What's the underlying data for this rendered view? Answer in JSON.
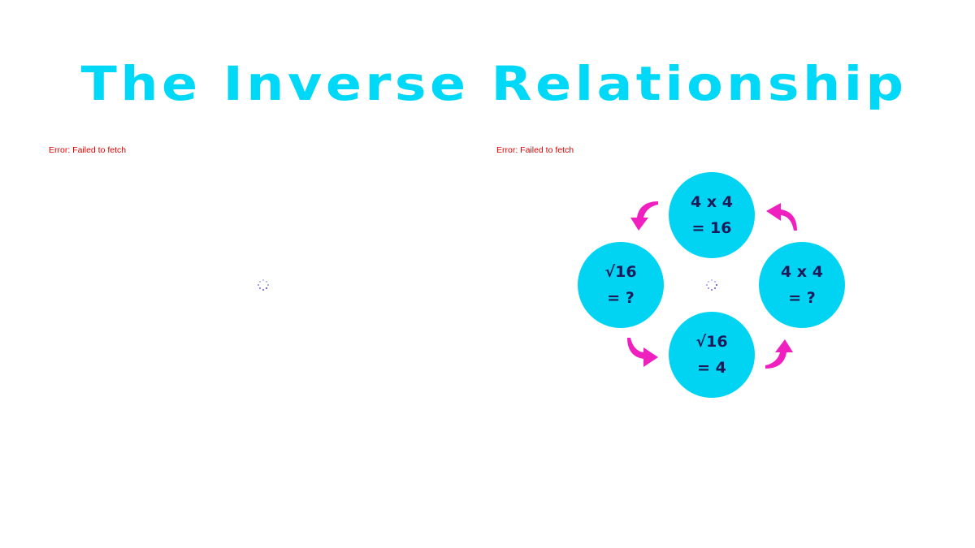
{
  "slide": {
    "title": "The Inverse Relationship",
    "accent_color": "#00d8f8",
    "arrow_color": "#f020c0",
    "circle_color": "#00d4f2",
    "circle_text_color": "#1c1a5a"
  },
  "panels": {
    "left": {
      "error_text": "Error: Failed to fetch",
      "loading_icon": "spinner-icon"
    },
    "right": {
      "error_text": "Error: Failed to fetch",
      "loading_icon": "spinner-icon"
    }
  },
  "cycle_diagram": {
    "nodes": [
      {
        "position": "top",
        "line1": "4 x 4",
        "line2": "= 16"
      },
      {
        "position": "right",
        "line1": "4 x 4",
        "line2": "= ?"
      },
      {
        "position": "bottom",
        "line1": "√16",
        "line2": "= 4"
      },
      {
        "position": "left",
        "line1": "√16",
        "line2": "= ?"
      }
    ],
    "arrows": [
      {
        "position": "top-left",
        "icon": "curved-arrow-down-icon"
      },
      {
        "position": "top-right",
        "icon": "curved-arrow-left-icon"
      },
      {
        "position": "bottom-left",
        "icon": "curved-arrow-right-icon"
      },
      {
        "position": "bottom-right",
        "icon": "curved-arrow-up-icon"
      }
    ]
  }
}
